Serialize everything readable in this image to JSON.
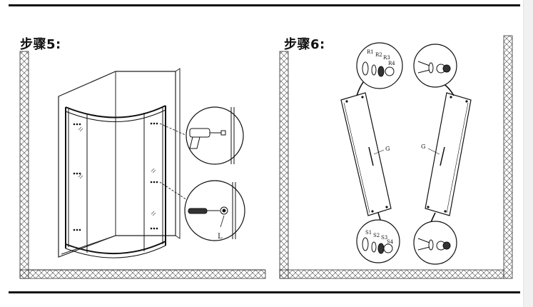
{
  "steps": [
    {
      "label": "步骤5:",
      "callouts": {
        "bottom_letter": "L"
      }
    },
    {
      "label": "步骤6:",
      "callouts": {
        "top_left": [
          "R1",
          "R2",
          "R3",
          "R4"
        ],
        "bottom_left": [
          "S1",
          "S2",
          "S3",
          "S4"
        ],
        "handle_left": "G",
        "handle_right": "G"
      }
    }
  ]
}
